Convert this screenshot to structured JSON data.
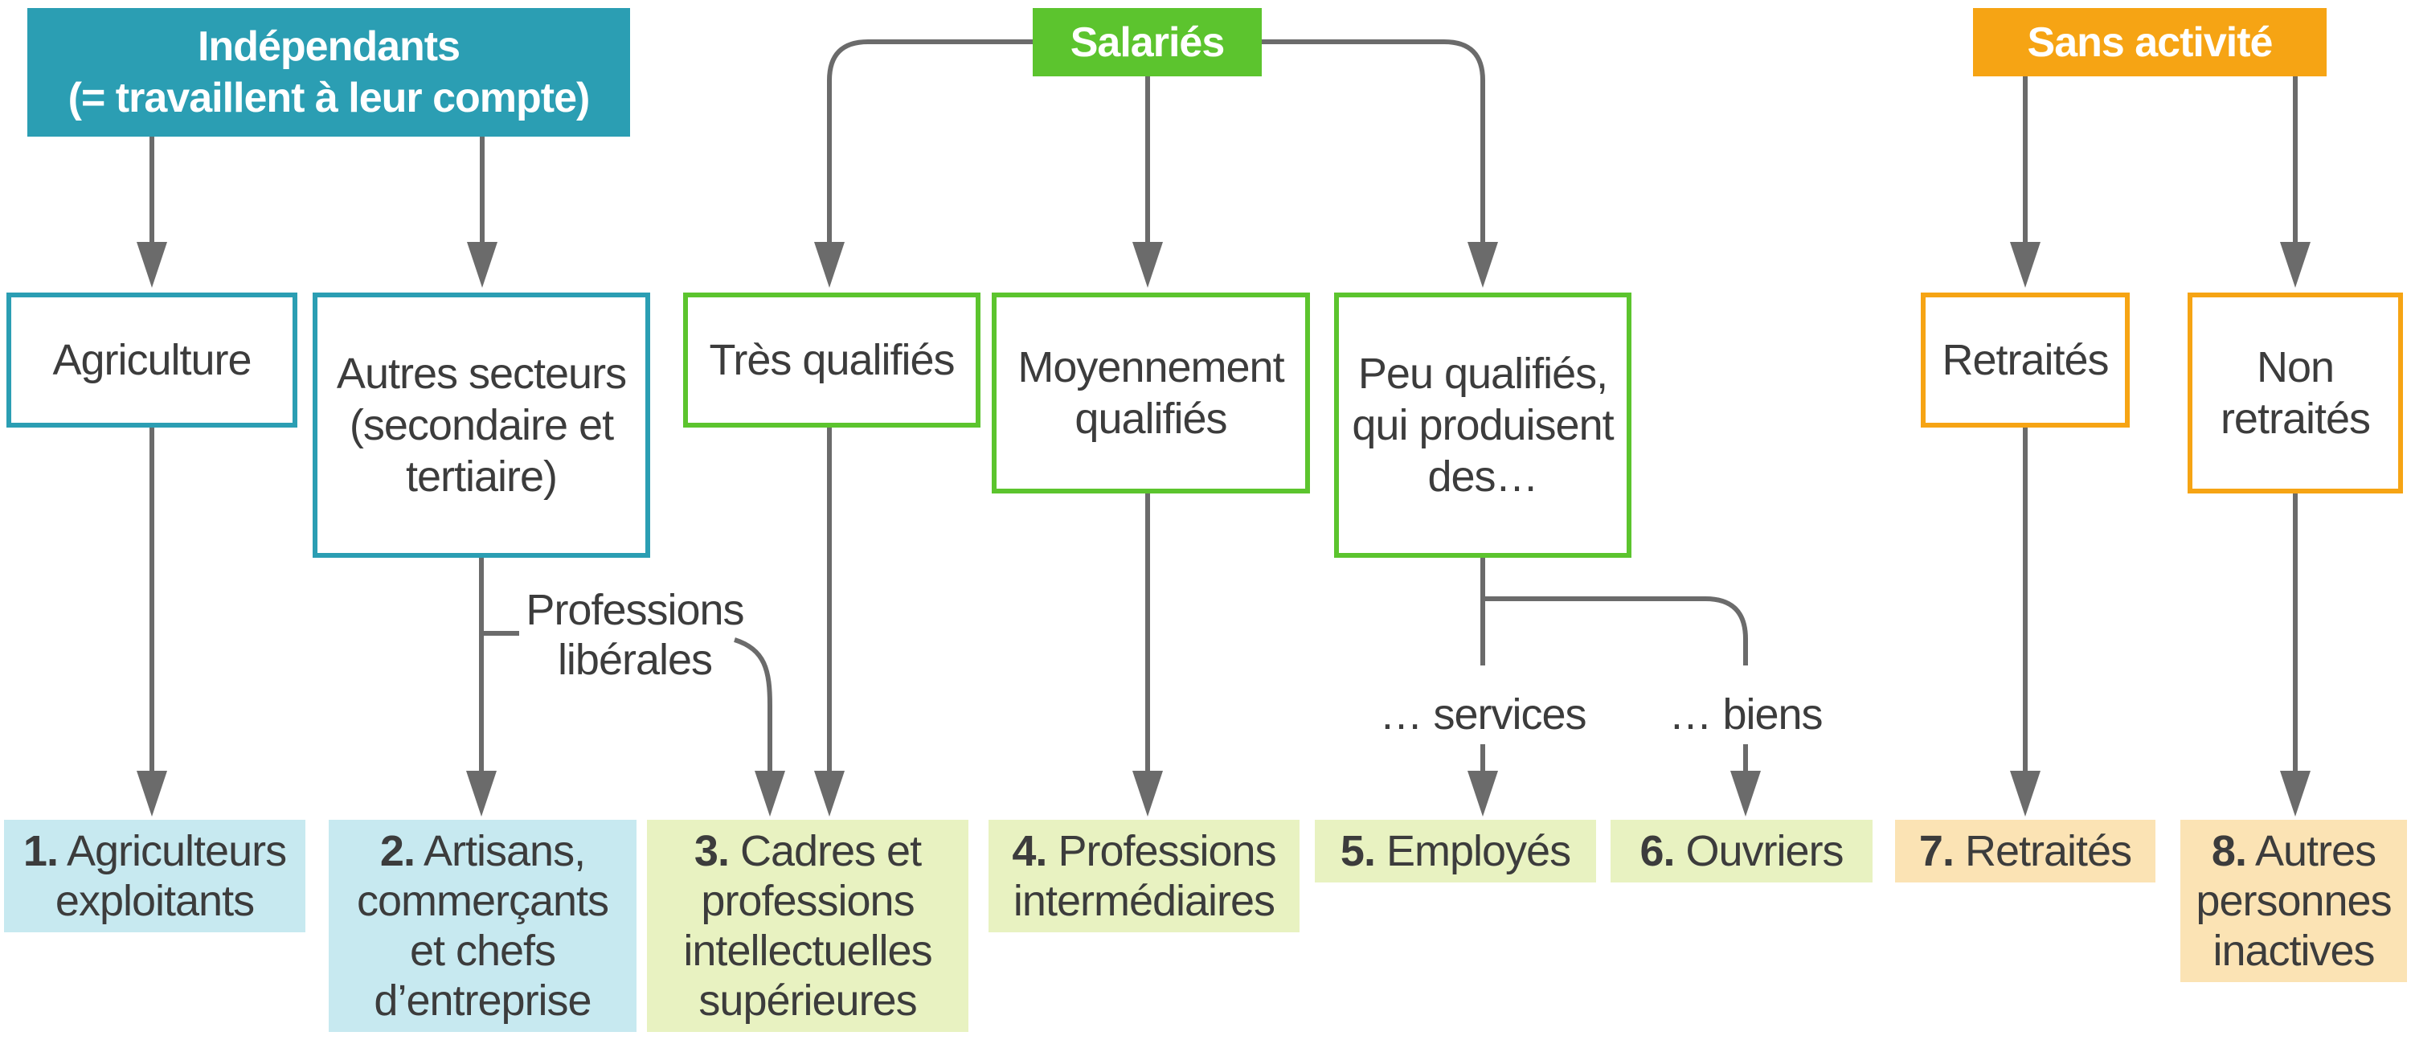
{
  "palette": {
    "teal": "#2B9EB3",
    "green": "#5CC42E",
    "orange": "#F6A414",
    "light_blue": "#C7E9F0",
    "light_green": "#E8F2C1",
    "light_orange": "#FBE3B4",
    "line_gray": "#6B6B6B",
    "text_dark": "#3C3C3C"
  },
  "headers": {
    "independants": {
      "label": "Indépendants\n(= travaillent à leur compte)"
    },
    "salaries": {
      "label": "Salariés"
    },
    "sans_activite": {
      "label": "Sans activité"
    }
  },
  "level2": {
    "agriculture": {
      "label": "Agriculture"
    },
    "autres_secteurs": {
      "label": "Autres secteurs\n(secondaire et\ntertiaire)"
    },
    "tres_qualifies": {
      "label": "Très qualifiés"
    },
    "moyennement_qualifies": {
      "label": "Moyennement\nqualifiés"
    },
    "peu_qualifies": {
      "label": "Peu qualifiés,\nqui produisent\ndes…"
    },
    "retraites": {
      "label": "Retraités"
    },
    "non_retraites": {
      "label": "Non\nretraités"
    }
  },
  "annotations": {
    "professions_liberales": "Professions\nlibérales",
    "services": "… services",
    "biens": "… biens"
  },
  "categories": [
    {
      "num": "1.",
      "label": "Agriculteurs\nexploitants"
    },
    {
      "num": "2.",
      "label": "Artisans,\ncommerçants\net chefs\nd’entreprise"
    },
    {
      "num": "3.",
      "label": "Cadres et\nprofessions\nintellectuelles\nsupérieures"
    },
    {
      "num": "4.",
      "label": "Professions\nintermédiaires"
    },
    {
      "num": "5.",
      "label": "Employés"
    },
    {
      "num": "6.",
      "label": "Ouvriers"
    },
    {
      "num": "7.",
      "label": "Retraités"
    },
    {
      "num": "8.",
      "label": "Autres\npersonnes\ninactives"
    }
  ]
}
